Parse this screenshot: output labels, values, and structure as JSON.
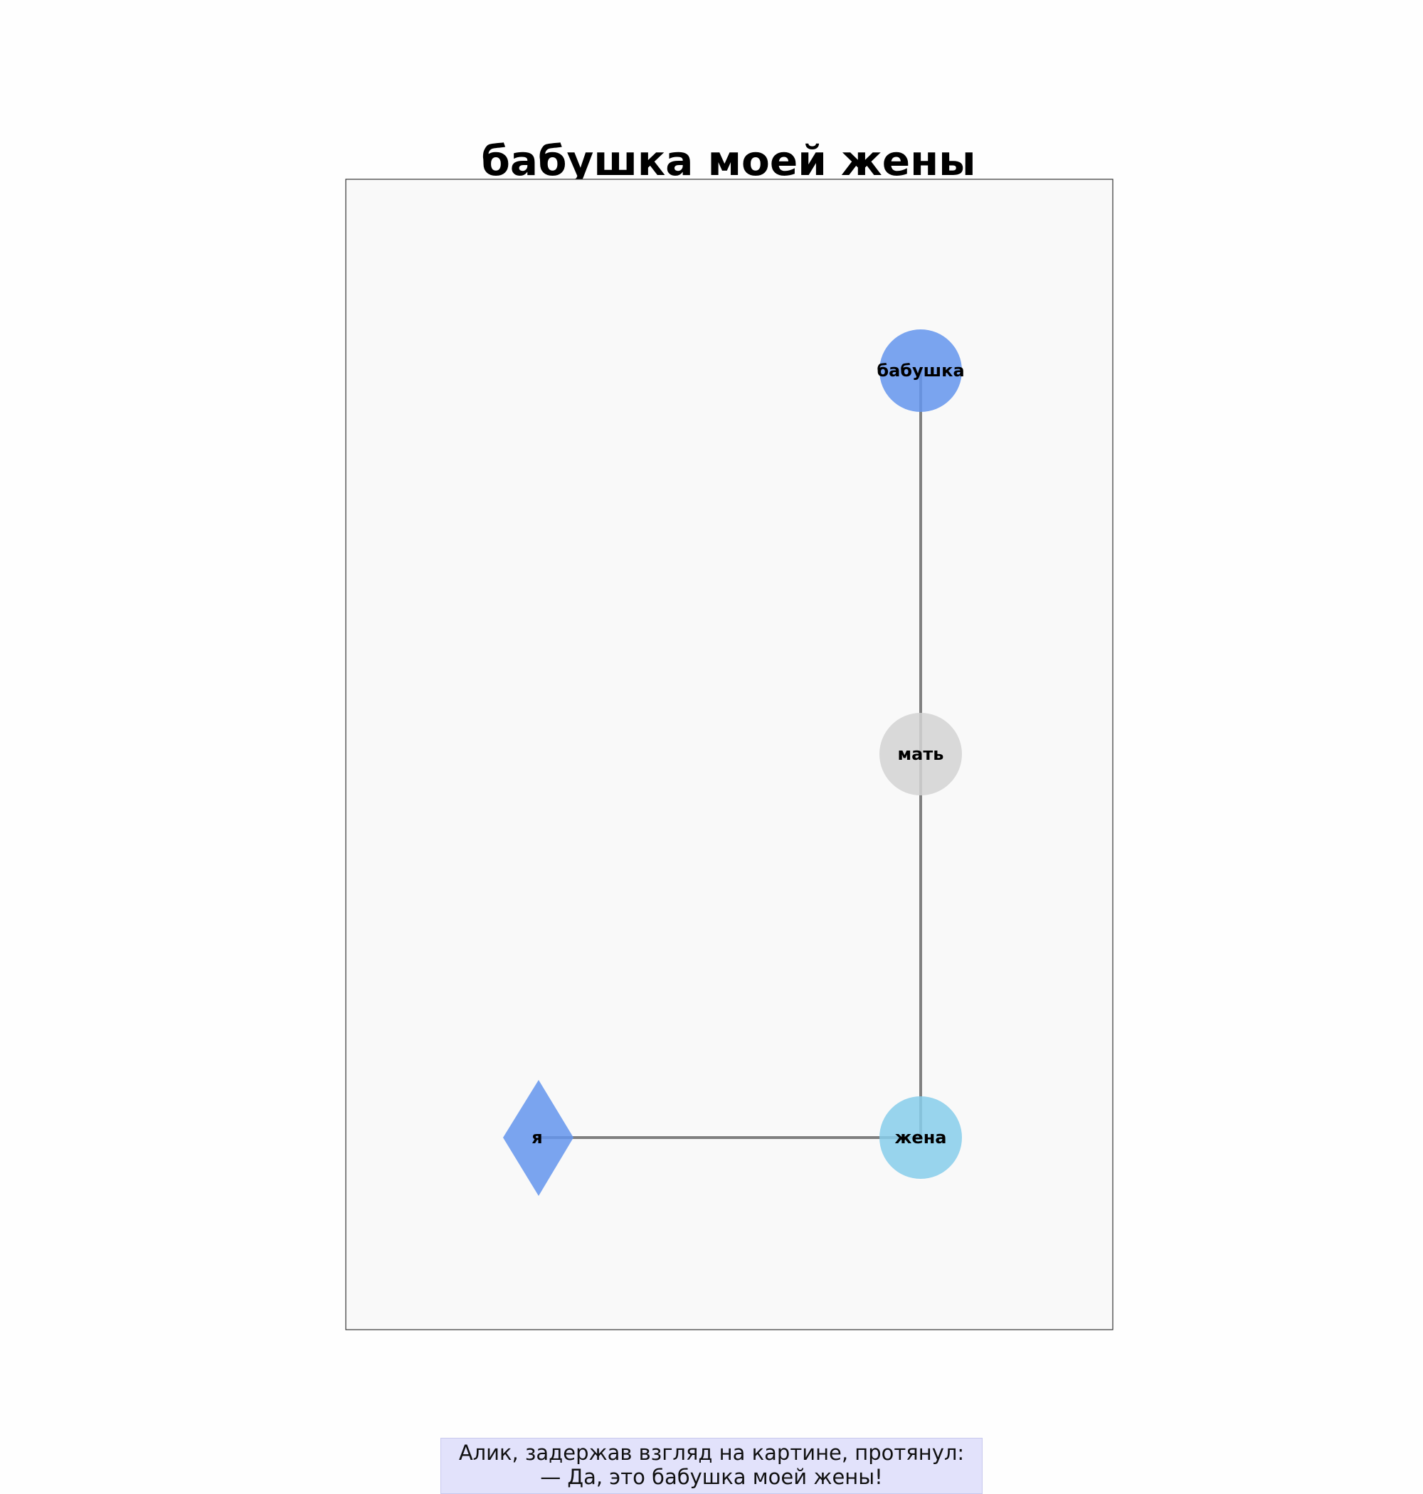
{
  "title": "бабушка моей жены",
  "nodes": [
    {
      "id": "grandmother",
      "label": "бабушка",
      "shape": "circle",
      "color": "#6495ED"
    },
    {
      "id": "mother",
      "label": "мать",
      "shape": "circle",
      "color": "#D3D3D3"
    },
    {
      "id": "wife",
      "label": "жена",
      "shape": "circle",
      "color": "#87CEEB"
    },
    {
      "id": "me",
      "label": "я",
      "shape": "diamond",
      "color": "#6495ED"
    }
  ],
  "edges": [
    {
      "from": "grandmother",
      "to": "mother"
    },
    {
      "from": "mother",
      "to": "wife"
    },
    {
      "from": "wife",
      "to": "me"
    }
  ],
  "caption": {
    "line1": "Алик, задержав взгляд на картине, протянул:",
    "line2": "— Да, это бабушка моей жены!"
  }
}
